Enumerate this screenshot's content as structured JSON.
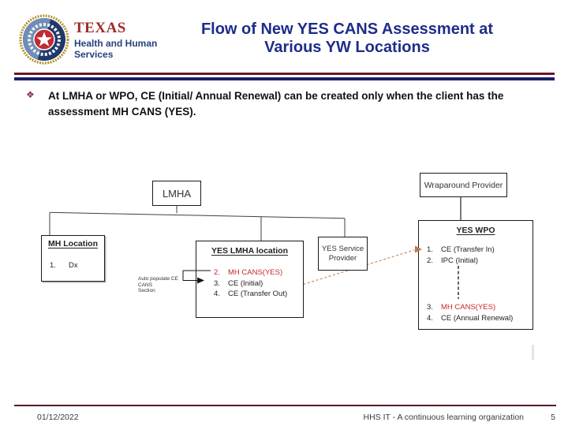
{
  "header": {
    "logo": {
      "seal_icon": "texas-hhs-seal",
      "brand": "TEXAS",
      "sub_line1": "Health and Human",
      "sub_line2": "Services"
    },
    "title_line1": "Flow of New YES CANS Assessment at",
    "title_line2": "Various YW Locations"
  },
  "bullet": {
    "marker": "❖",
    "text": "At LMHA or WPO, CE (Initial/ Annual Renewal) can be created only when the client has the assessment MH CANS (YES)."
  },
  "diagram": {
    "lmha": {
      "label": "LMHA"
    },
    "mh_location": {
      "title": "MH Location",
      "items": [
        {
          "num": "1.",
          "label": "Dx"
        }
      ]
    },
    "yes_lmha": {
      "title": "YES LMHA location",
      "items": [
        {
          "num": "2.",
          "label": "MH CANS(YES)"
        },
        {
          "num": "3.",
          "label": "CE (Initial)"
        },
        {
          "num": "4.",
          "label": "CE (Transfer Out)"
        }
      ]
    },
    "yes_service": {
      "label_line1": "YES Service",
      "label_line2": "Provider"
    },
    "wraparound": {
      "label": "Wraparound Provider"
    },
    "yes_wpo": {
      "title": "YES WPO",
      "items": [
        {
          "num": "1.",
          "label": "CE (Transfer In)"
        },
        {
          "num": "2.",
          "label": "IPC (Initial)"
        },
        {
          "num": "3.",
          "label": "MH CANS(YES)"
        },
        {
          "num": "4.",
          "label": "CE (Annual Renewal)"
        }
      ]
    },
    "annotation_line1": "Auto populate CE CANS",
    "annotation_line2": "Section"
  },
  "footer": {
    "date": "01/12/2022",
    "org": "HHS IT - A continuous learning organization",
    "page": "5"
  },
  "colors": {
    "title_navy": "#1d2d8a",
    "rule_maroon": "#6e1423",
    "rule_navy": "#1b1f66",
    "footer_maroon": "#5c1a22",
    "highlight_red": "#c62828",
    "dashed_orange": "#cc8a5a",
    "logo_red": "#9e2a2b",
    "logo_navy": "#26417e"
  }
}
